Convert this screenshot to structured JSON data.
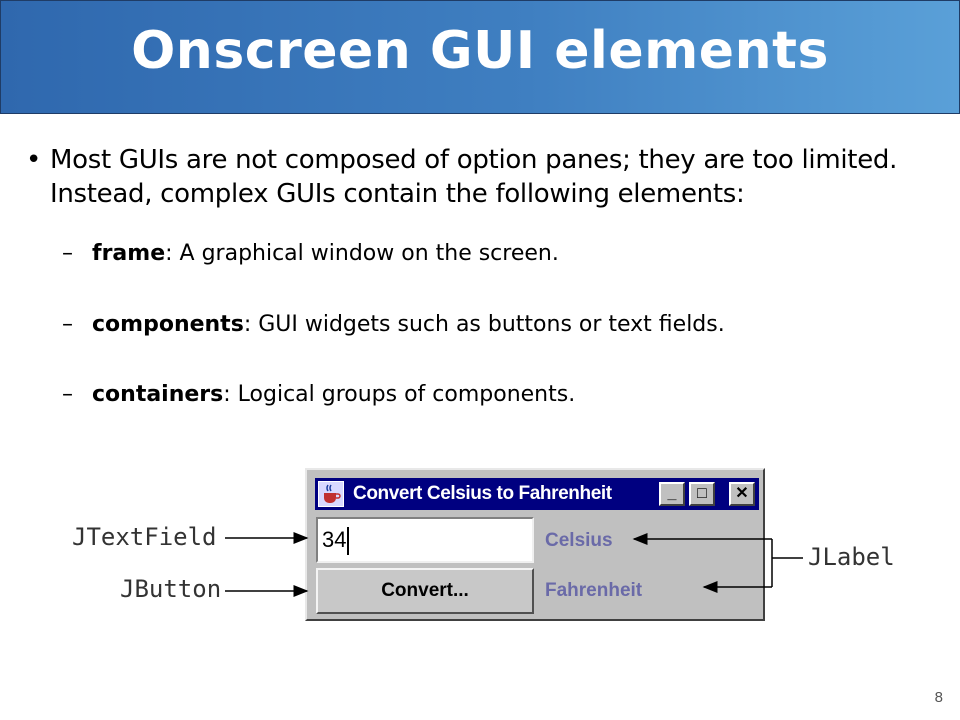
{
  "slide": {
    "title": "Onscreen GUI elements",
    "bullet_marker": "•",
    "bullet_text": "Most GUIs are not composed of option panes; they are too limited.  Instead, complex GUIs contain the following elements:",
    "dash": "–",
    "sub_items": [
      {
        "term": "frame",
        "desc": ": A graphical window on the screen."
      },
      {
        "term": "components",
        "desc": ": GUI widgets such as buttons or text fields."
      },
      {
        "term": "containers",
        "desc": ": Logical groups of components."
      }
    ],
    "page_number": "8"
  },
  "figure": {
    "window_title": "Convert Celsius to Fahrenheit",
    "minimize_glyph": "_",
    "maximize_glyph": "□",
    "close_glyph": "✕",
    "textfield_value": "34",
    "button_label": "Convert...",
    "label_celsius": "Celsius",
    "label_fahrenheit": "Fahrenheit",
    "callout_textfield": "JTextField",
    "callout_button": "JButton",
    "callout_label": "JLabel"
  },
  "icons": {
    "app_icon": "java-cup-icon",
    "minimize": "minimize-icon",
    "maximize": "maximize-icon",
    "close": "close-icon"
  },
  "colors": {
    "title_gradient_start": "#2f68ae",
    "title_gradient_end": "#5aa0d8",
    "window_titlebar": "#000080",
    "label_text": "#6a6aa8"
  }
}
